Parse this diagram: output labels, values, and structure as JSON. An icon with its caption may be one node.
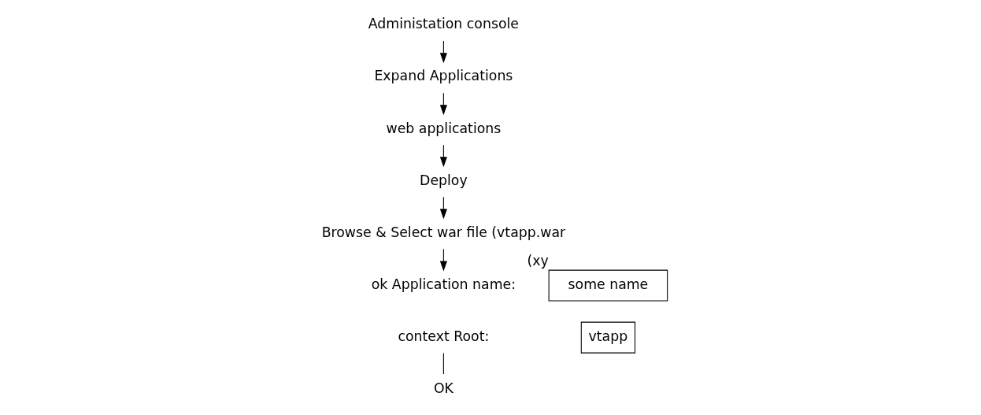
{
  "diagram": {
    "nodes": [
      {
        "text": [
          "Administation console"
        ]
      },
      {
        "text": [
          "Expand Applications"
        ]
      },
      {
        "text": [
          "web applications"
        ]
      },
      {
        "text": [
          "Deploy"
        ]
      },
      {
        "text": [
          "Browse & Select war file (vtapp.war"
        ]
      },
      {
        "text": [
          "ok Application name:"
        ]
      },
      {
        "text": [
          "some name"
        ],
        "beside": [
          "(xy"
        ]
      },
      {
        "text": [
          "context Root:"
        ]
      },
      {
        "text": [
          "vtapp"
        ]
      },
      {
        "text": [
          "OK"
        ]
      }
    ],
    "edges": [
      {
        "from": 0,
        "to": 1,
        "arrow": "to"
      },
      {
        "from": 1,
        "to": 2,
        "arrow": "to"
      },
      {
        "from": 2,
        "to": 3,
        "arrow": "to"
      },
      {
        "from": 3,
        "to": 4,
        "arrow": "to"
      },
      {
        "from": 4,
        "to": 5,
        "arrow": "to"
      },
      {
        "from": 7,
        "to": 9,
        "arrow": "none"
      }
    ]
  }
}
